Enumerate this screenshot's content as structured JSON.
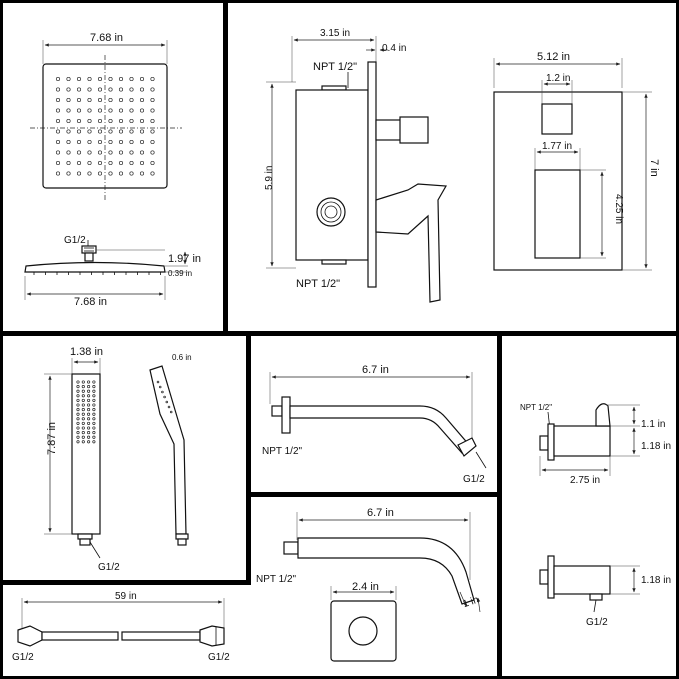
{
  "panels": {
    "head_top": {
      "width_label": "7.68 in"
    },
    "head_side": {
      "thread_label": "G1/2",
      "height_label": "1.97 in",
      "plate_label": "0.39 in",
      "width_label": "7.68 in"
    },
    "valve_side": {
      "depth_label": "3.15 in",
      "flange_label": "0.4 in",
      "npt_top": "NPT 1/2\"",
      "height_label": "5.9 in",
      "npt_bottom": "NPT 1/2\""
    },
    "valve_front": {
      "width_label": "5.12 in",
      "slot_label": "1.2 in",
      "height_label": "7 in",
      "handle_width_label": "1.77 in",
      "handle_height_label": "4.25 in"
    },
    "handheld": {
      "width_label": "1.38 in",
      "side_label": "0.6 in",
      "length_label": "7.87 in",
      "thread_label": "G1/2"
    },
    "shower_arm": {
      "length_label": "6.7 in",
      "npt_label": "NPT 1/2\"",
      "thread_label": "G1/2"
    },
    "wall_holder": {
      "npt_label": "NPT 1/2\"",
      "top_label": "1.1 in",
      "body_label": "1.18 in",
      "length_label": "2.75 in"
    },
    "tub_spout": {
      "length_label": "6.7 in",
      "npt_label": "NPT 1/2\"",
      "plate_label": "2.4 in",
      "tip_label": "1 in"
    },
    "elbow": {
      "height_label": "1.18 in",
      "thread_label": "G1/2"
    },
    "hose": {
      "length_label": "59 in",
      "left_label": "G1/2",
      "right_label": "G1/2"
    }
  }
}
